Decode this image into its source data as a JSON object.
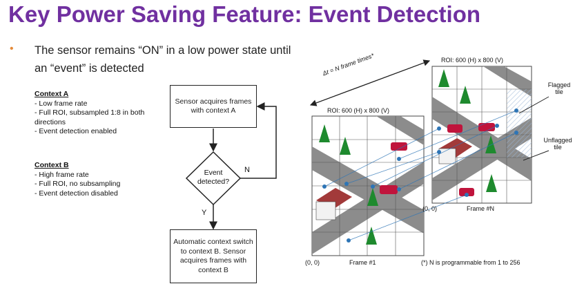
{
  "slide": {
    "title": "Key Power Saving Feature: Event Detection",
    "bullet_text": "The sensor remains “ON” in a low power state until an “event” is detected"
  },
  "context_a": {
    "heading": "Context A",
    "lines": [
      "- Low frame rate",
      "- Full ROI, subsampled 1:8 in both directions",
      "- Event detection enabled"
    ]
  },
  "context_b": {
    "heading": "Context B",
    "lines": [
      "- High frame rate",
      "- Full ROI, no subsampling",
      "- Event detection disabled"
    ]
  },
  "flowchart": {
    "box_a": "Sensor acquires frames with context A",
    "decision": "Event detected?",
    "no_label": "N",
    "yes_label": "Y",
    "box_b": "Automatic context switch to context B. Sensor acquires frames with context B"
  },
  "frames": {
    "delta_label": "Δt = N frame times*",
    "roi_front": "ROI: 600 (H) x 800 (V)",
    "roi_back": "ROI: 600 (H) x 800 (V)",
    "origin_front": "(0, 0)",
    "origin_back": "(0, 0)",
    "frame_front": "Frame #1",
    "frame_back": "Frame #N",
    "flagged_label": "Flagged tile",
    "unflagged_label": "Unflagged tile",
    "footnote": "(*) N is programmable from 1 to 256"
  },
  "colors": {
    "title": "#7030a0",
    "bullet": "#e58b3a",
    "marker": "#2e75b6",
    "road": "#8c8c8c",
    "car": "#c0143c",
    "tree": "#1e8a2e"
  }
}
